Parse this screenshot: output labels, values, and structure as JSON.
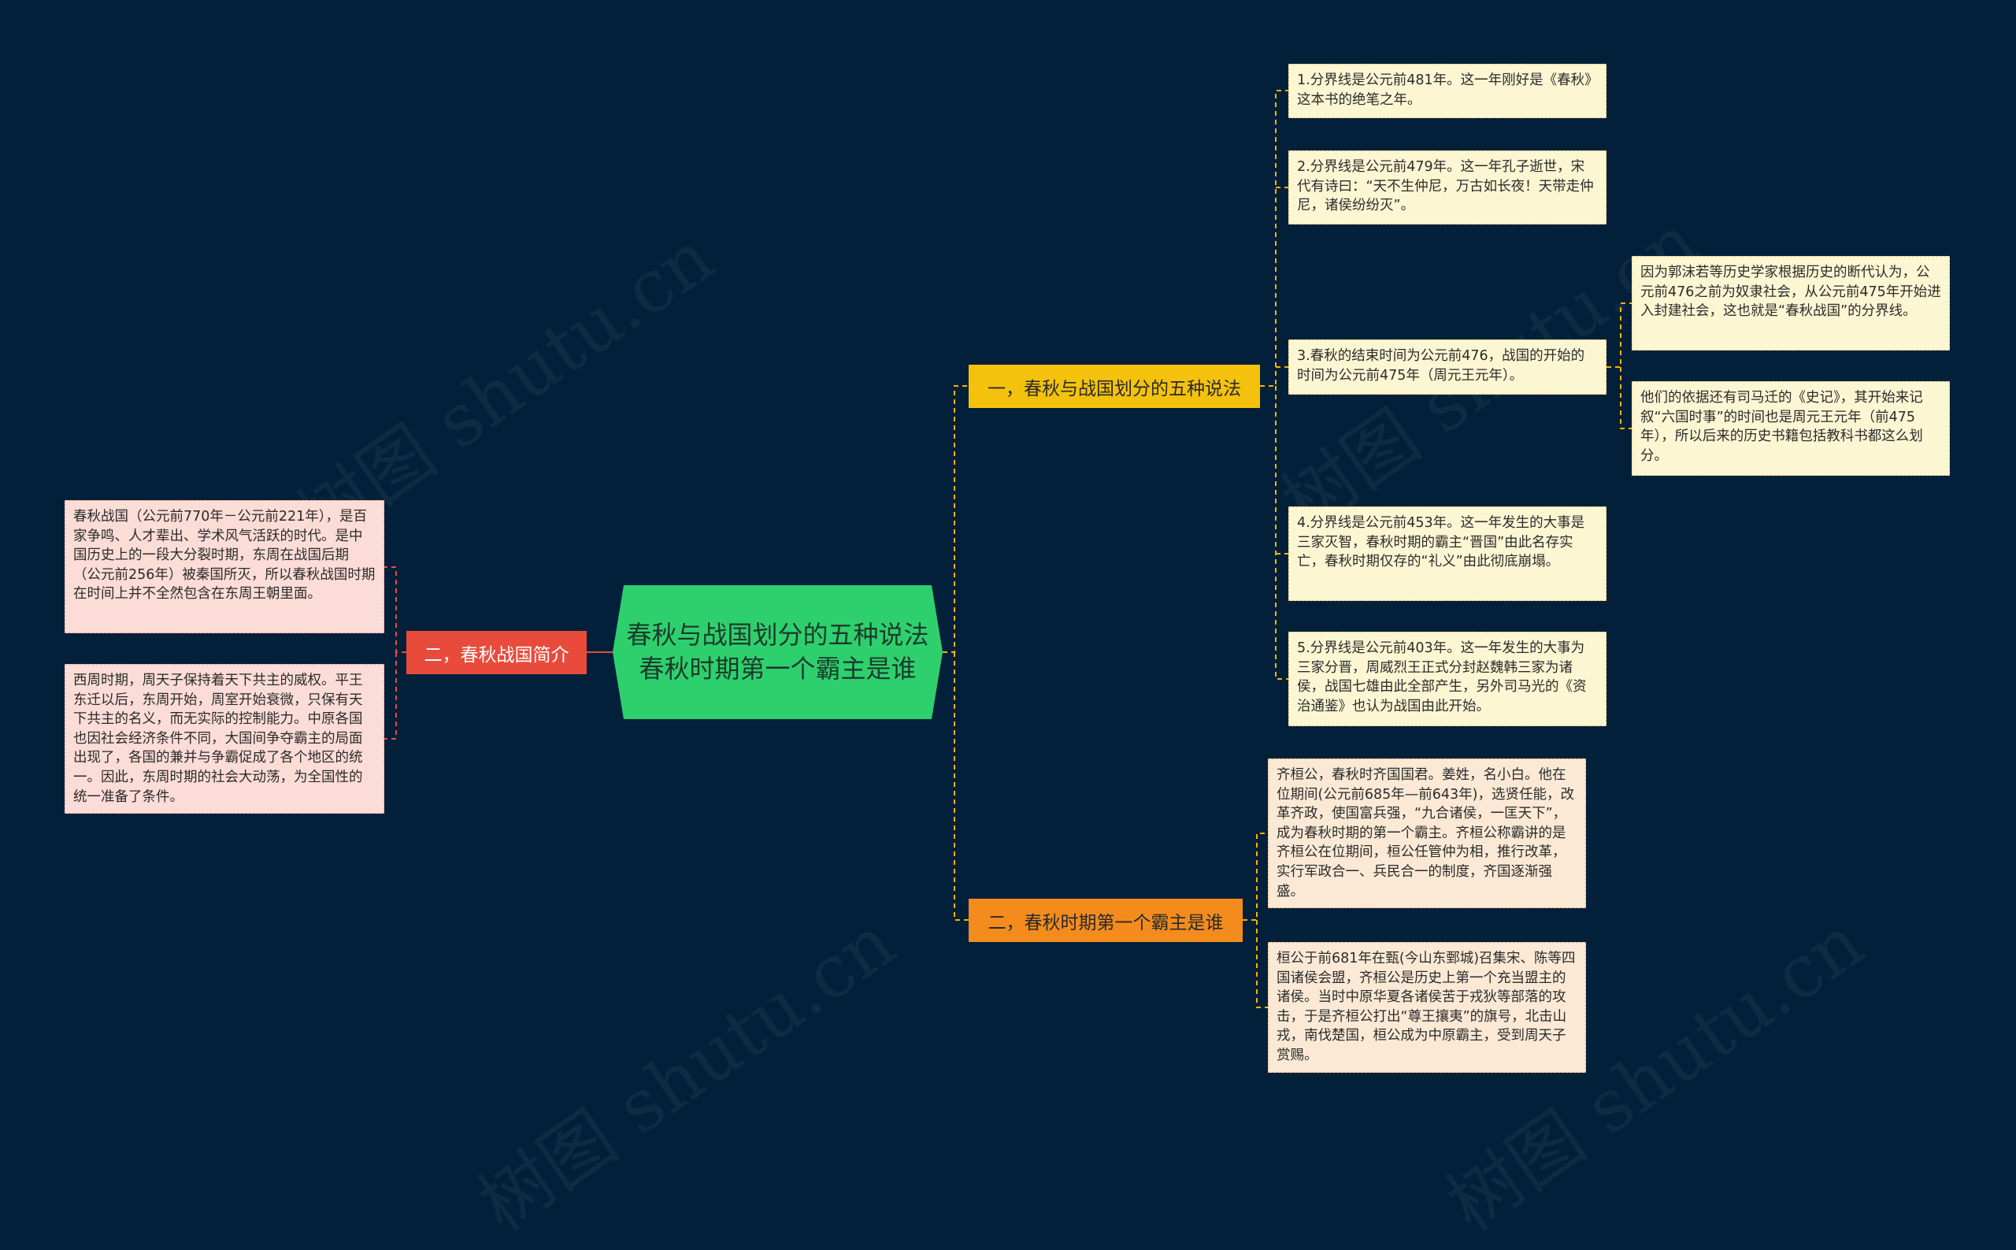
{
  "watermark": "树图 shutu.cn",
  "colors": {
    "background": "#03203a",
    "root": "#2ed06e",
    "branch_yellow": "#f4c20d",
    "branch_orange": "#f38c1d",
    "branch_red": "#e84b3c",
    "connector": "#f4b400"
  },
  "root": {
    "title": "春秋与战国划分的五种说法 春秋时期第一个霸主是谁"
  },
  "branches": {
    "b1": {
      "label": "一，春秋与战国划分的五种说法",
      "notes": [
        "1.分界线是公元前481年。这一年刚好是《春秋》这本书的绝笔之年。",
        "2.分界线是公元前479年。这一年孔子逝世，宋代有诗曰：“天不生仲尼，万古如长夜！天带走仲尼，诸侯纷纷灭”。",
        "3.春秋的结束时间为公元前476，战国的开始的时间为公元前475年（周元王元年）。",
        "4.分界线是公元前453年。这一年发生的大事是三家灭智，春秋时期的霸主“晋国”由此名存实亡，春秋时期仅存的“礼义”由此彻底崩塌。",
        "5.分界线是公元前403年。这一年发生的大事为三家分晋，周威烈王正式分封赵魏韩三家为诸侯，战国七雄由此全部产生，另外司马光的《资治通鉴》也认为战国由此开始。"
      ],
      "subnotes": [
        "因为郭沫若等历史学家根据历史的断代认为，公元前476之前为奴隶社会，从公元前475年开始进入封建社会，这也就是“春秋战国”的分界线。",
        "他们的依据还有司马迁的《史记》，其开始来记叙“六国时事”的时间也是周元王元年（前475年），所以后来的历史书籍包括教科书都这么划分。"
      ]
    },
    "b2": {
      "label": "二，春秋时期第一个霸主是谁",
      "notes": [
        "齐桓公，春秋时齐国国君。姜姓，名小白。他在位期间(公元前685年—前643年)，选贤任能，改革齐政，使国富兵强，“九合诸侯，一匡天下”，成为春秋时期的第一个霸主。齐桓公称霸讲的是齐桓公在位期间，桓公任管仲为相，推行改革，实行军政合一、兵民合一的制度，齐国逐渐强盛。",
        "桓公于前681年在甄(今山东鄄城)召集宋、陈等四国诸侯会盟，齐桓公是历史上第一个充当盟主的诸侯。当时中原华夏各诸侯苦于戎狄等部落的攻击，于是齐桓公打出“尊王攘夷”的旗号，北击山戎，南伐楚国，桓公成为中原霸主，受到周天子赏赐。"
      ]
    },
    "b3": {
      "label": "二，春秋战国简介",
      "notes": [
        "春秋战国（公元前770年－公元前221年），是百家争鸣、人才辈出、学术风气活跃的时代。是中国历史上的一段大分裂时期，东周在战国后期（公元前256年）被秦国所灭，所以春秋战国时期在时间上并不全然包含在东周王朝里面。",
        "西周时期，周天子保持着天下共主的威权。平王东迁以后，东周开始，周室开始衰微，只保有天下共主的名义，而无实际的控制能力。中原各国也因社会经济条件不同，大国间争夺霸主的局面出现了，各国的兼并与争霸促成了各个地区的统一。因此，东周时期的社会大动荡，为全国性的统一准备了条件。"
      ]
    }
  }
}
